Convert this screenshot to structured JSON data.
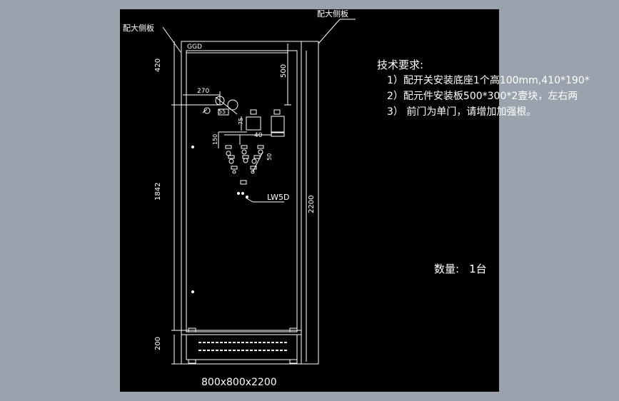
{
  "labels": {
    "side_panel_left": "配大侧板",
    "side_panel_right": "配大侧板",
    "cabinet_model": "GGD",
    "switch_model": "LW5D",
    "overall_size": "800x800x2200"
  },
  "dimensions": {
    "top_offset": "420",
    "total_height": "1842",
    "bottom_base": "200",
    "cabinet_height": "2200",
    "plate_depth": "500",
    "horizontal_offset": "270",
    "d_55": "55",
    "d_75": "75",
    "d_150": "150",
    "d_40": "40",
    "d_50": "50"
  },
  "notes": {
    "title": "技术要求:",
    "items": [
      "1）配开关安装底座1个高100mm,410*190*",
      "2）配元件安装板500*300*2壹块，左右两",
      "3） 前门为单门，请增加加强根。"
    ]
  },
  "quantity": {
    "label": "数量:",
    "value": "1台"
  }
}
